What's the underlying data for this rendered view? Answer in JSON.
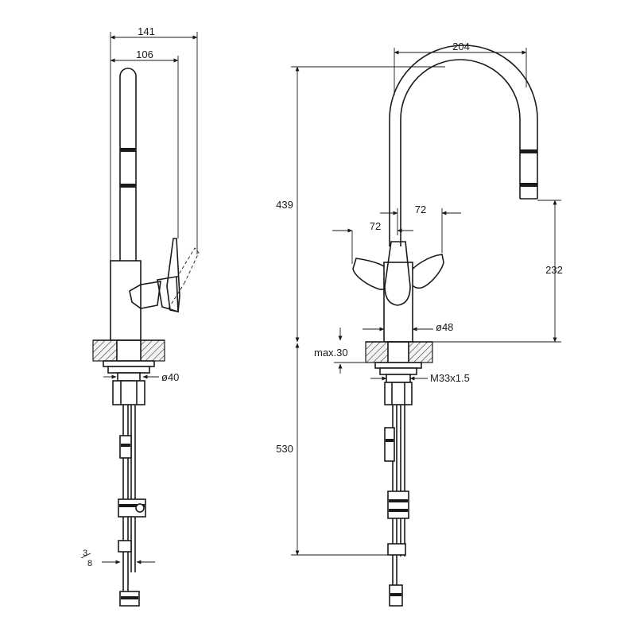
{
  "side_view": {
    "dim_top_total": "141",
    "dim_top_spout": "106",
    "dim_base_diameter": "ø40",
    "dim_hose_thread_num": "3",
    "dim_hose_thread_den": "8"
  },
  "front_view": {
    "dim_spout_reach": "204",
    "dim_total_height": "439",
    "dim_lever_left": "72",
    "dim_lever_right": "72",
    "dim_spout_height": "232",
    "dim_body_diameter": "ø48",
    "dim_max_counter": "max.30",
    "dim_thread": "M33x1.5",
    "dim_hose_length": "530"
  }
}
